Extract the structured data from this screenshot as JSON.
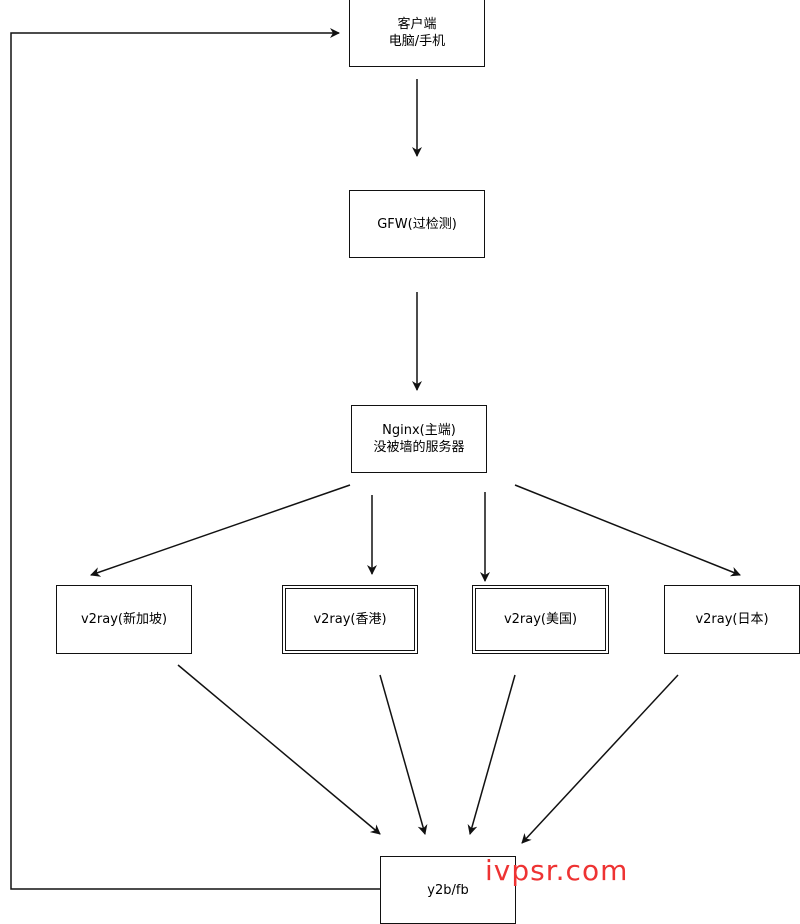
{
  "nodes": {
    "client": {
      "label": "客户端\n电脑/手机"
    },
    "gfw": {
      "label": "GFW(过检测)"
    },
    "nginx": {
      "label": "Nginx(主端)\n没被墙的服务器"
    },
    "v2ray_sg": {
      "label": "v2ray(新加坡)"
    },
    "v2ray_hk": {
      "label": "v2ray(香港)"
    },
    "v2ray_us": {
      "label": "v2ray(美国)"
    },
    "v2ray_jp": {
      "label": "v2ray(日本)"
    },
    "target": {
      "label": "y2b/fb"
    }
  },
  "edges": [
    {
      "from": "client",
      "to": "gfw"
    },
    {
      "from": "gfw",
      "to": "nginx"
    },
    {
      "from": "nginx",
      "to": "v2ray_sg"
    },
    {
      "from": "nginx",
      "to": "v2ray_hk"
    },
    {
      "from": "nginx",
      "to": "v2ray_us"
    },
    {
      "from": "nginx",
      "to": "v2ray_jp"
    },
    {
      "from": "v2ray_sg",
      "to": "target"
    },
    {
      "from": "v2ray_hk",
      "to": "target"
    },
    {
      "from": "v2ray_us",
      "to": "target"
    },
    {
      "from": "v2ray_jp",
      "to": "target"
    },
    {
      "from": "target",
      "to": "client"
    }
  ],
  "watermark": "ivpsr.com",
  "colors": {
    "stroke": "#111111",
    "watermark": "#ee3333"
  }
}
